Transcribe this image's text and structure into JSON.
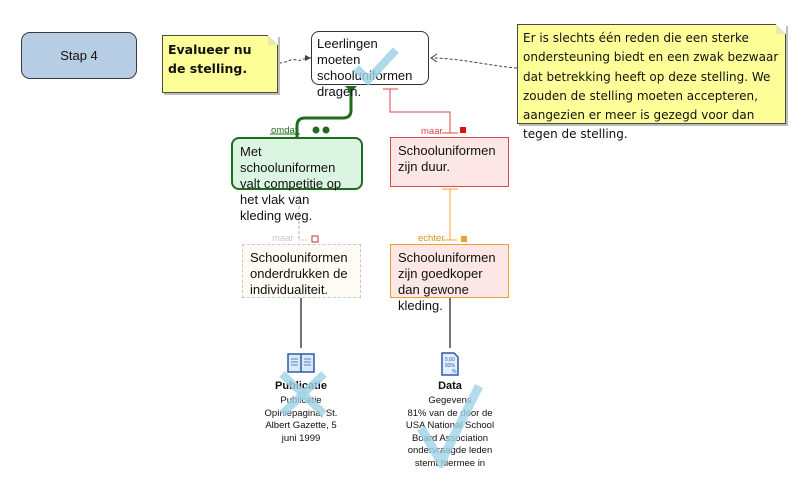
{
  "step": {
    "label": "Stap 4"
  },
  "notes": {
    "instruction": "Evalueer nu de stelling.",
    "conclusion": "Er is slechts één reden die een sterke ondersteuning biedt en een zwak bezwaar dat betrekking heeft op deze stelling. We zouden de stelling moeten accepteren, aangezien er meer is gezegd voor dan tegen de stelling."
  },
  "claim": {
    "text": "Leerlingen moeten schooluniformen dragen.",
    "evaluation": "check-mark"
  },
  "reason": {
    "connector": "omdat",
    "text": "Met schooluniformen valt competitie op het vlak van kleding weg.",
    "strength_indicator": "double-dot"
  },
  "objection": {
    "connector": "maar",
    "text": "Schooluniformen zijn duur."
  },
  "objection_of_reason": {
    "connector": "maar",
    "text": "Schooluniformen onderdrukken de individualiteit."
  },
  "rebuttal": {
    "connector": "echter",
    "text": "Schooluniformen zijn goedkoper dan gewone kleding."
  },
  "sources": [
    {
      "icon": "book-icon",
      "title": "Publicatie",
      "lines": [
        "Publicatie",
        "Opiniepagina, St.",
        "Albert Gazette, 5",
        "juni 1999"
      ],
      "evaluation": "cross-mark"
    },
    {
      "icon": "data-document-icon",
      "title": "Data",
      "lines": [
        "Gegevens",
        "81% van de door de",
        "USA National School",
        "Board Association",
        "ondervraagde leden",
        "stemt hiermee in"
      ],
      "evaluation": "check-mark"
    }
  ],
  "colors": {
    "reason": "#1f6b1f",
    "objection": "#d9484a",
    "rebuttal": "#f0a030",
    "inactive": "#c8c8c8",
    "evaluation_mark": "#9fd3e6"
  }
}
